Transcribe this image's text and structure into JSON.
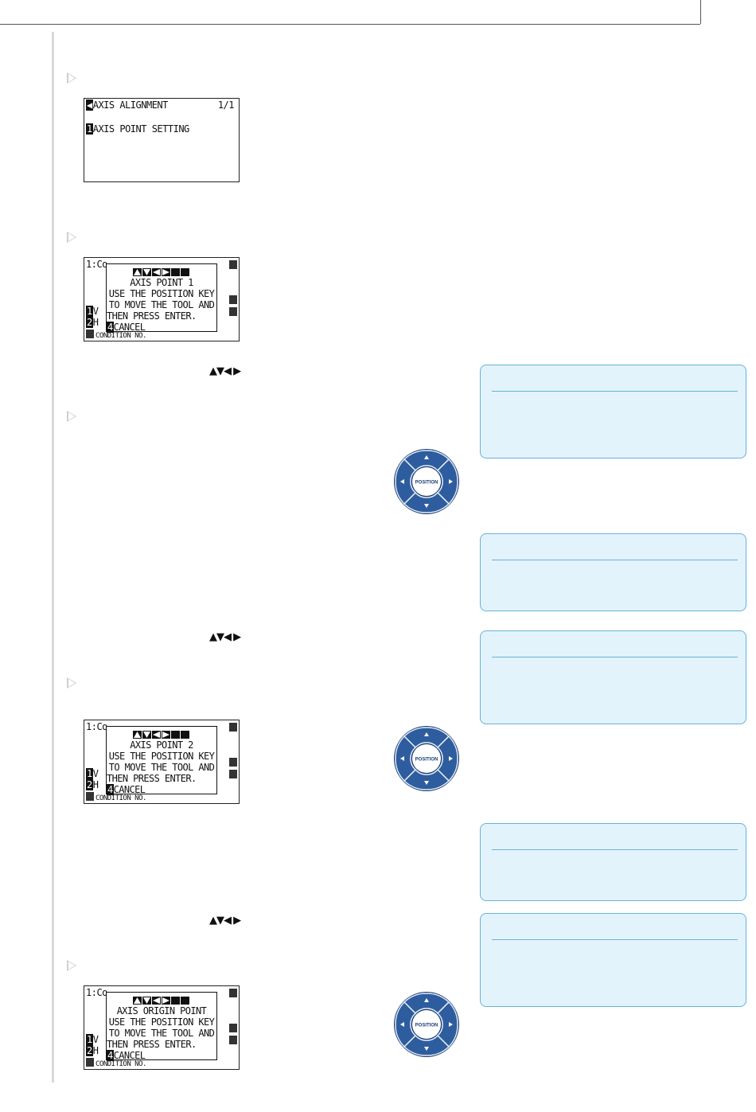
{
  "screens": {
    "axis_alignment": {
      "title": "AXIS ALIGNMENT",
      "page": "1/1",
      "item1_num": "1",
      "item1": "AXIS POINT SETTING"
    },
    "axis_point_1": {
      "bg_top": "1:Co",
      "title": "AXIS POINT 1",
      "line1": "USE THE POSITION KEY",
      "line2": "TO MOVE THE TOOL AND",
      "line3": "THEN PRESS ENTER.",
      "cancel_num": "4",
      "cancel": "CANCEL",
      "bg_item1": "V",
      "bg_item2": "H",
      "bg_bottom": "CONDITION NO."
    },
    "axis_point_2": {
      "bg_top": "1:Co",
      "title": "AXIS POINT 2",
      "line1": "USE THE POSITION KEY",
      "line2": "TO MOVE THE TOOL AND",
      "line3": "THEN PRESS ENTER.",
      "cancel_num": "4",
      "cancel": "CANCEL",
      "bg_item1": "V",
      "bg_item2": "H",
      "bg_bottom": "CONDITION NO."
    },
    "axis_origin_point": {
      "bg_top": "1:Co",
      "title": "AXIS ORIGIN POINT",
      "line1": "USE THE POSITION KEY",
      "line2": "TO MOVE THE TOOL AND",
      "line3": "THEN PRESS ENTER.",
      "cancel_num": "4",
      "cancel": "CANCEL",
      "bg_item1": "V",
      "bg_item2": "H",
      "bg_bottom": "CONDITION NO."
    }
  },
  "side_keys": [
    "1",
    "2"
  ],
  "arrow_keys_text": "▲▼◀ ▶",
  "position_pad_label": "POSITION",
  "colors": {
    "pad_blue": "#2e5d9f",
    "pad_dark": "#1c3f73",
    "note_bg": "#e3f3fb",
    "note_border": "#66b3d8"
  }
}
